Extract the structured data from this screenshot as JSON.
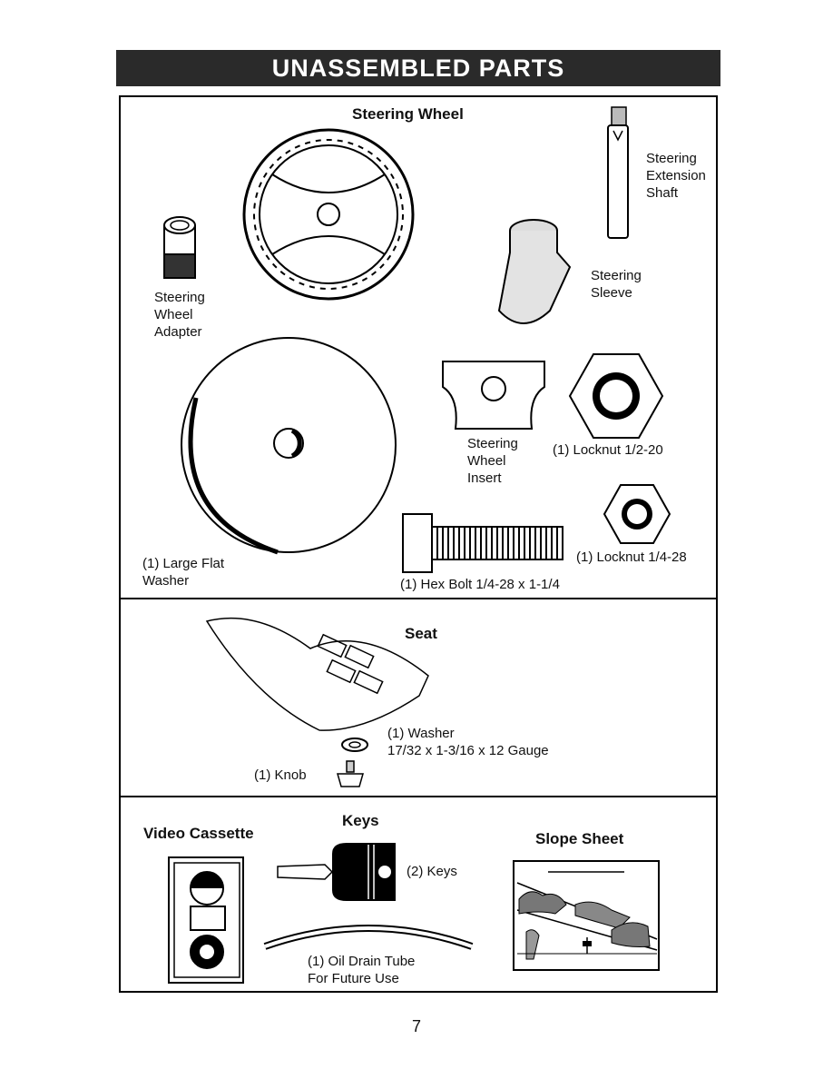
{
  "title": "UNASSEMBLED PARTS",
  "page_number": "7",
  "steering_section": {
    "steering_wheel": "Steering Wheel",
    "extension_shaft": "Steering\nExtension\nShaft",
    "wheel_adapter": "Steering\nWheel\nAdapter",
    "sleeve": "Steering\nSleeve",
    "wheel_insert": "Steering\nWheel\nInsert",
    "locknut_half": "(1) Locknut  1/2-20",
    "large_washer": "(1) Large Flat\nWasher",
    "locknut_quarter": "(1) Locknut  1/4-28",
    "hex_bolt": "(1) Hex Bolt  1/4-28 x 1-1/4"
  },
  "seat_section": {
    "seat": "Seat",
    "washer": "(1) Washer\n17/32 x 1-3/16 x 12 Gauge",
    "knob": "(1) Knob"
  },
  "bottom_section": {
    "video_cassette": "Video Cassette",
    "keys_title": "Keys",
    "keys_count": "(2) Keys",
    "oil_tube": "(1) Oil Drain Tube\nFor Future Use",
    "slope_sheet": "Slope Sheet"
  }
}
